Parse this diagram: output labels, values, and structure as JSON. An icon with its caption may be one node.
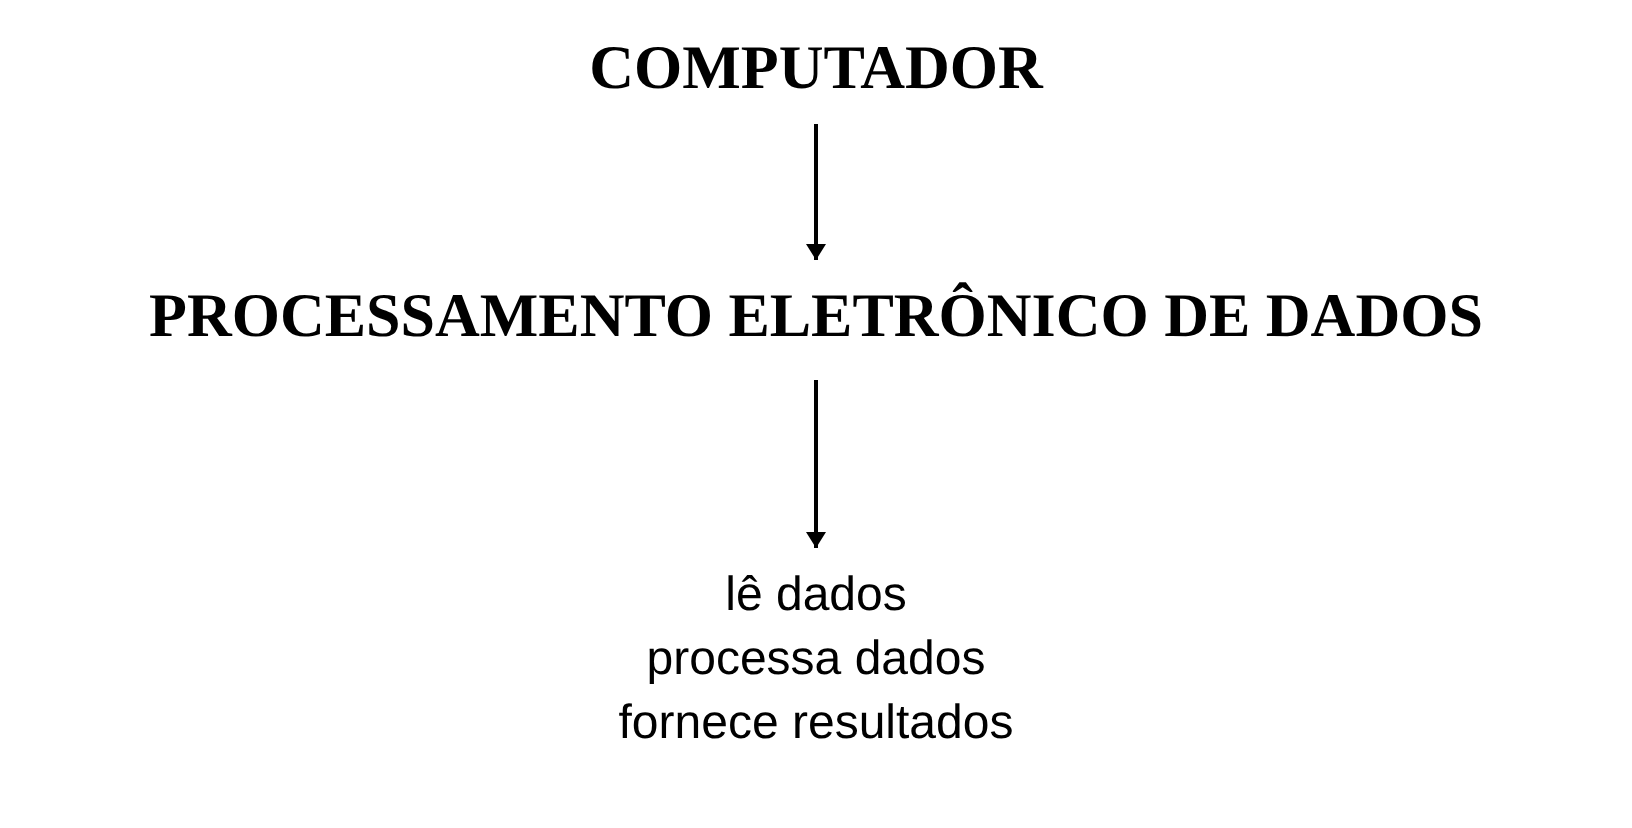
{
  "diagram": {
    "nodes": [
      {
        "text": [
          "COMPUTADOR"
        ]
      },
      {
        "text": [
          "PROCESSAMENTO ELETRÔNICO DE DADOS"
        ]
      },
      {
        "text": [
          "lê dados",
          "processa dados",
          "fornece resultados"
        ]
      }
    ],
    "edges": [
      {
        "from": 0,
        "to": 1,
        "arrow": "to"
      },
      {
        "from": 1,
        "to": 2,
        "arrow": "to"
      }
    ]
  }
}
